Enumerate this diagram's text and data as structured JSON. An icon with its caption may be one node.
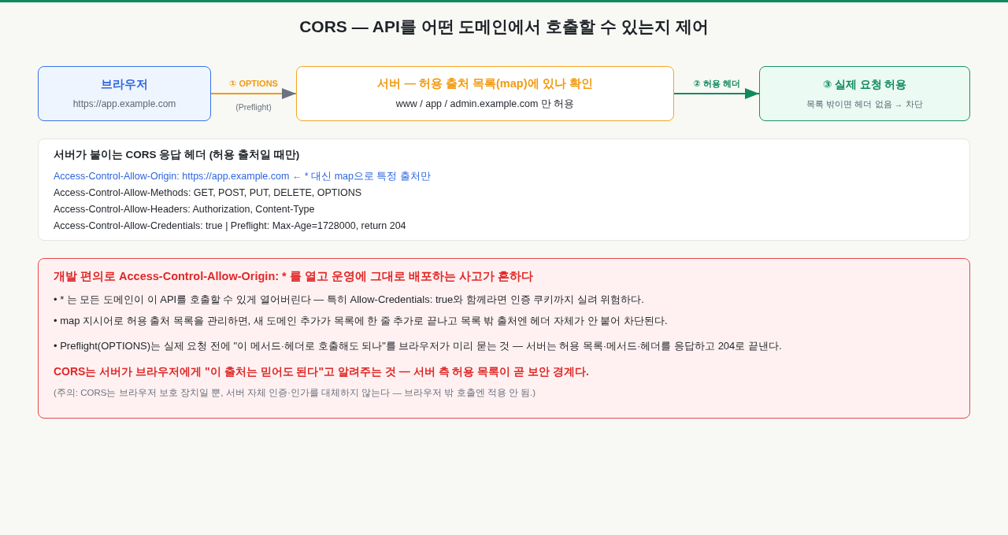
{
  "diagram": {
    "title": "CORS — API를 어떤 도메인에서 호출할 수 있는지 제어",
    "nodes": [
      {
        "text": [
          "브라우저",
          "https://app.example.com"
        ]
      },
      {
        "text": [
          "서버 — 허용 출처 목록(map)에 있나 확인",
          "www / app / admin.example.com 만 허용"
        ]
      },
      {
        "text": [
          "③ 실제 요청 허용",
          "목록 밖이면 헤더 없음 → 차단"
        ]
      },
      {
        "text": [
          "서버가 붙이는 CORS 응답 헤더 (허용 출처일 때만)",
          "Access-Control-Allow-Origin: https://app.example.com ← * 대신 map으로 특정 출처만",
          "Access-Control-Allow-Methods: GET, POST, PUT, DELETE, OPTIONS",
          "Access-Control-Allow-Headers: Authorization, Content-Type",
          "Access-Control-Allow-Credentials: true | Preflight: Max-Age=1728000, return 204"
        ]
      },
      {
        "text": [
          "개발 편의로 Access-Control-Allow-Origin: * 를 열고 운영에 그대로 배포하는 사고가 흔하다",
          "• * 는 모든 도메인이 이 API를 호출할 수 있게 열어버린다 — 특히 Allow-Credentials: true와 함께라면 인증 쿠키까지 실려 위험하다.",
          "• map 지시어로 허용 출처 목록을 관리하면, 새 도메인 추가가 목록에 한 줄 추가로 끝나고 목록 밖 출처엔 헤더 자체가 안 붙어 차단된다.",
          "• Preflight(OPTIONS)는 실제 요청 전에 \"이 메서드·헤더로 호출해도 되나\"를 브라우저가 미리 묻는 것 — 서버는 허용 목록·메서드·헤더를 응답하고 204로 끝낸다.",
          "CORS는 서버가 브라우저에게 \"이 출처는 믿어도 된다\"고 알려주는 것 — 서버 측 허용 목록이 곧 보안 경계다.",
          "(주의: CORS는 브라우저 보호 장치일 뿐, 서버 자체 인증·인가를 대체하지 않는다 — 브라우저 밖 호출엔 적용 안 됨.)"
        ]
      }
    ],
    "edges": [
      {
        "from": 0,
        "to": 1,
        "arrow": "to",
        "label": "① OPTIONS",
        "color": "#f29a12"
      },
      {
        "from": 1,
        "to": 2,
        "arrow": "to",
        "label": "② 허용 헤더",
        "color": "#0f8a60"
      }
    ],
    "labels": [
      "(Preflight)"
    ]
  }
}
